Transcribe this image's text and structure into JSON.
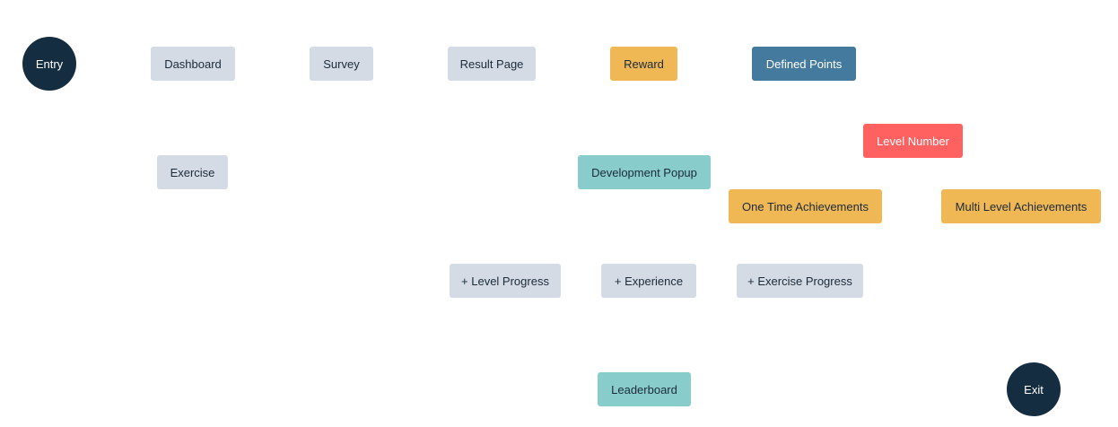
{
  "colors": {
    "terminal": "#152d40",
    "page": "#d4dbe5",
    "orange": "#f0b755",
    "blue": "#447a9d",
    "red": "#ff6161",
    "teal": "#88cdcc",
    "dark_text": "#1b2b3a",
    "light_text": "#ffffff"
  },
  "nodes": {
    "entry": "Entry",
    "dashboard": "Dashboard",
    "survey": "Survey",
    "result_page": "Result Page",
    "reward": "Reward",
    "defined_points": "Defined Points",
    "level_number": "Level Number",
    "exercise": "Exercise",
    "development_popup": "Development Popup",
    "one_time_achievements": "One Time Achievements",
    "multi_level_achievements": "Multi Level Achievements",
    "level_progress": "+ Level Progress",
    "experience": "+ Experience",
    "exercise_progress": "+ Exercise Progress",
    "leaderboard": "Leaderboard",
    "exit": "Exit"
  }
}
